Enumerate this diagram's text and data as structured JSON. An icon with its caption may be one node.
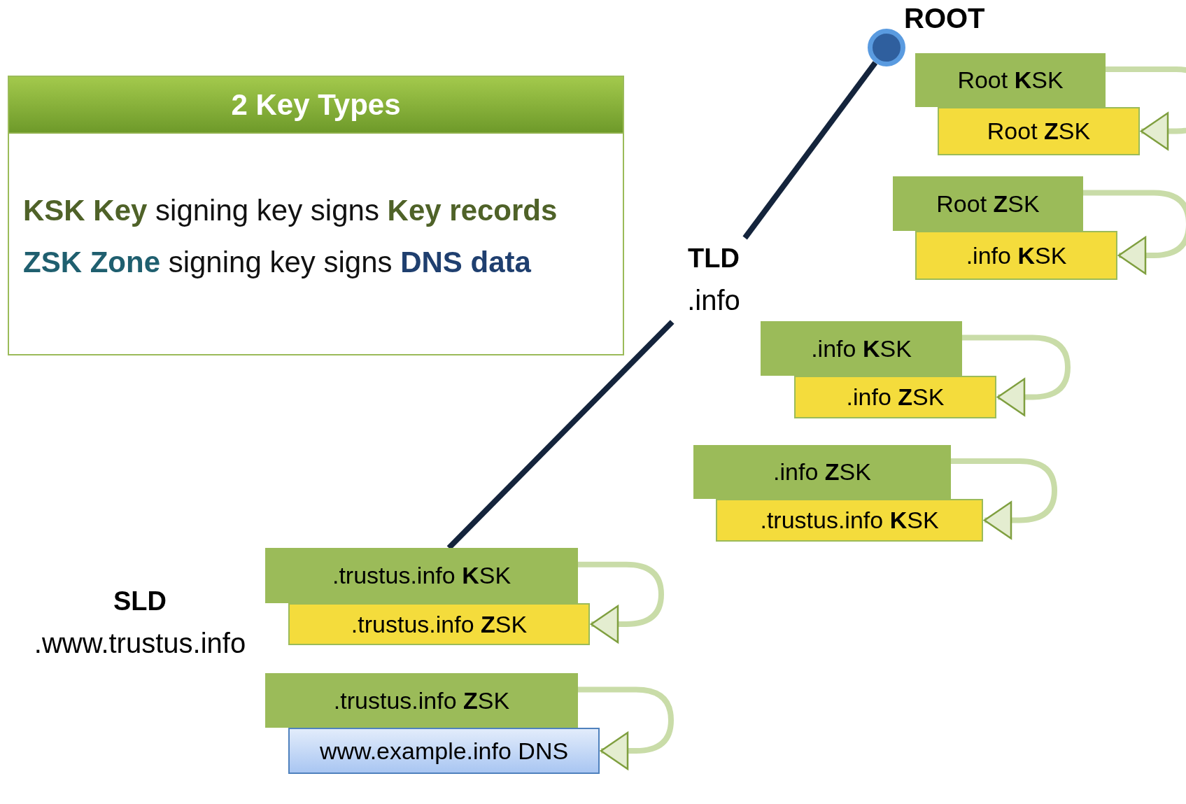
{
  "diagram": {
    "nodes": [
      {
        "text": [],
        "shape": "circle",
        "beside": [
          "ROOT"
        ]
      },
      {
        "text": [
          "2 Key Types",
          "**KSK Key** signing key signs **Key records**",
          "**ZSK Zone** signing key signs **DNS data**"
        ]
      },
      {
        "text": [
          "TLD",
          ".info"
        ]
      },
      {
        "text": [
          "SLD",
          ".www.trustus.info"
        ]
      },
      {
        "text": [
          "Root **K**SK"
        ]
      },
      {
        "text": [
          "Root **Z**SK"
        ]
      },
      {
        "text": [
          "Root **Z**SK"
        ]
      },
      {
        "text": [
          ".info **K**SK"
        ]
      },
      {
        "text": [
          ".info **K**SK"
        ]
      },
      {
        "text": [
          ".info **Z**SK"
        ]
      },
      {
        "text": [
          ".info **Z**SK"
        ]
      },
      {
        "text": [
          ".trustus.info **K**SK"
        ]
      },
      {
        "text": [
          ".trustus.info **K**SK"
        ]
      },
      {
        "text": [
          ".trustus.info **Z**SK"
        ]
      },
      {
        "text": [
          ".trustus.info **Z**SK"
        ]
      },
      {
        "text": [
          "www.example.info DNS"
        ]
      }
    ],
    "edges": [
      {
        "from": 0,
        "to": 2,
        "arrow": "none",
        "color": "#14243c"
      },
      {
        "from": 2,
        "to": 12,
        "arrow": "none",
        "color": "#14243c"
      },
      {
        "from": 4,
        "to": 5,
        "arrow": "to"
      },
      {
        "from": 6,
        "to": 7,
        "arrow": "to"
      },
      {
        "from": 8,
        "to": 9,
        "arrow": "to"
      },
      {
        "from": 10,
        "to": 11,
        "arrow": "to"
      },
      {
        "from": 12,
        "to": 13,
        "arrow": "to"
      },
      {
        "from": 14,
        "to": 15,
        "arrow": "to"
      }
    ]
  }
}
